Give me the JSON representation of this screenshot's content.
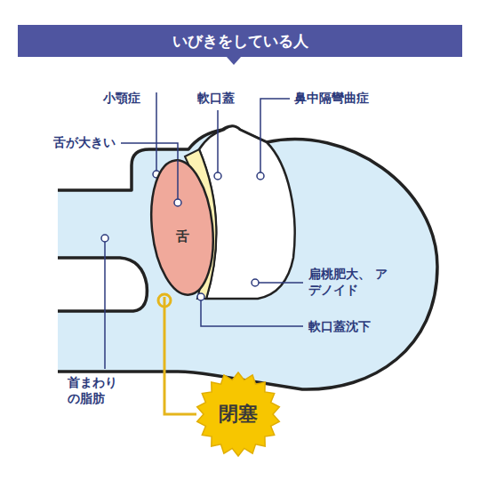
{
  "diagram": {
    "title": "いびきをしている人",
    "nodes": [
      {
        "text": [
          "舌"
        ]
      },
      {
        "text": [
          "閉塞"
        ]
      }
    ],
    "edges": [
      {
        "from": 0,
        "to": 1,
        "arrow": "none"
      }
    ],
    "labels": [
      "小顎症",
      "軟口蓋",
      "鼻中隔彎曲症",
      "舌が大きい",
      "扁桃肥大、 アデノイド",
      "軟口蓋沈下",
      "首まわり の脂肪"
    ]
  }
}
